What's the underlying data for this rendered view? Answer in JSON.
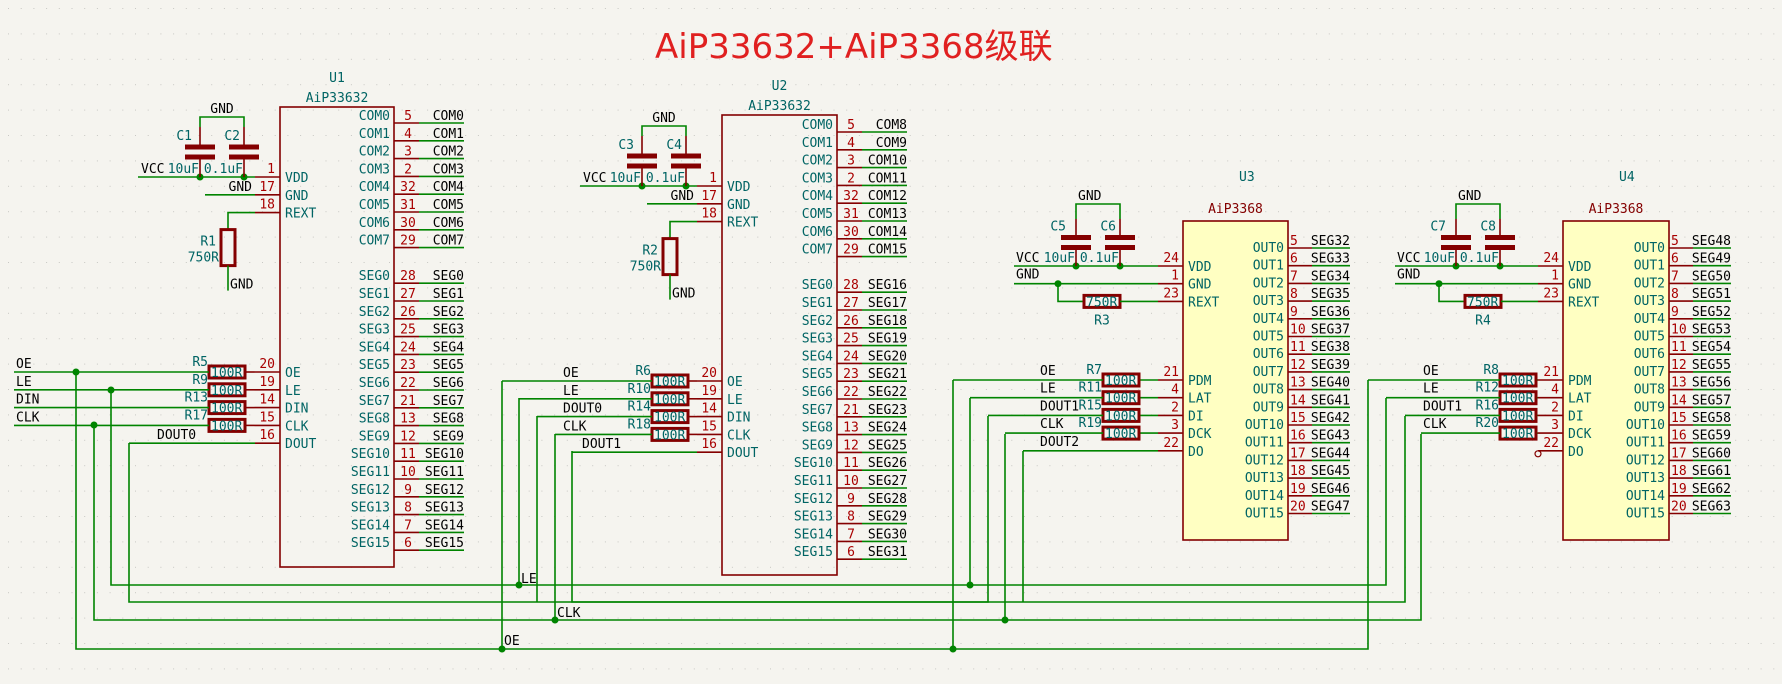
{
  "title": "AiP33632+AiP3368级联",
  "colors": {
    "wire": "#008400",
    "pin": "#840000",
    "text_ref": "#006464",
    "pin_number": "#a90000",
    "title": "#e02020",
    "ic_fill": "#ffffc2",
    "background": "#f5f4ef"
  },
  "u1": {
    "ref": "U1",
    "value": "AiP33632",
    "power": {
      "vcc": "VCC",
      "gnd_top": "GND",
      "gnd_pin": "GND",
      "gnd_rext": "GND",
      "c_a": {
        "ref": "C1",
        "value": "10uF"
      },
      "c_b": {
        "ref": "C2",
        "value": "0.1uF"
      },
      "r_ext": {
        "ref": "R1",
        "value": "750R"
      }
    },
    "left_pins": [
      {
        "num": "1",
        "name": "VDD"
      },
      {
        "num": "17",
        "name": "GND"
      },
      {
        "num": "18",
        "name": "REXT"
      },
      {
        "num": "20",
        "name": "OE"
      },
      {
        "num": "19",
        "name": "LE"
      },
      {
        "num": "14",
        "name": "DIN"
      },
      {
        "num": "15",
        "name": "CLK"
      },
      {
        "num": "16",
        "name": "DOUT"
      }
    ],
    "inputs": [
      {
        "net": "OE",
        "res": "R5",
        "value": "100R"
      },
      {
        "net": "LE",
        "res": "R9",
        "value": "100R"
      },
      {
        "net": "DIN",
        "res": "R13",
        "value": "100R"
      },
      {
        "net": "CLK",
        "res": "R17",
        "value": "100R"
      }
    ],
    "dout_net": "DOUT0",
    "com_pins": [
      {
        "num": "5",
        "name": "COM0",
        "net": "COM0"
      },
      {
        "num": "4",
        "name": "COM1",
        "net": "COM1"
      },
      {
        "num": "3",
        "name": "COM2",
        "net": "COM2"
      },
      {
        "num": "2",
        "name": "COM3",
        "net": "COM3"
      },
      {
        "num": "32",
        "name": "COM4",
        "net": "COM4"
      },
      {
        "num": "31",
        "name": "COM5",
        "net": "COM5"
      },
      {
        "num": "30",
        "name": "COM6",
        "net": "COM6"
      },
      {
        "num": "29",
        "name": "COM7",
        "net": "COM7"
      }
    ],
    "seg_pins": [
      {
        "num": "28",
        "name": "SEG0",
        "net": "SEG0"
      },
      {
        "num": "27",
        "name": "SEG1",
        "net": "SEG1"
      },
      {
        "num": "26",
        "name": "SEG2",
        "net": "SEG2"
      },
      {
        "num": "25",
        "name": "SEG3",
        "net": "SEG3"
      },
      {
        "num": "24",
        "name": "SEG4",
        "net": "SEG4"
      },
      {
        "num": "23",
        "name": "SEG5",
        "net": "SEG5"
      },
      {
        "num": "22",
        "name": "SEG6",
        "net": "SEG6"
      },
      {
        "num": "21",
        "name": "SEG7",
        "net": "SEG7"
      },
      {
        "num": "13",
        "name": "SEG8",
        "net": "SEG8"
      },
      {
        "num": "12",
        "name": "SEG9",
        "net": "SEG9"
      },
      {
        "num": "11",
        "name": "SEG10",
        "net": "SEG10"
      },
      {
        "num": "10",
        "name": "SEG11",
        "net": "SEG11"
      },
      {
        "num": "9",
        "name": "SEG12",
        "net": "SEG12"
      },
      {
        "num": "8",
        "name": "SEG13",
        "net": "SEG13"
      },
      {
        "num": "7",
        "name": "SEG14",
        "net": "SEG14"
      },
      {
        "num": "6",
        "name": "SEG15",
        "net": "SEG15"
      }
    ]
  },
  "u2": {
    "ref": "U2",
    "value": "AiP33632",
    "power": {
      "vcc": "VCC",
      "gnd_top": "GND",
      "gnd_pin": "GND",
      "gnd_rext": "GND",
      "c_a": {
        "ref": "C3",
        "value": "10uF"
      },
      "c_b": {
        "ref": "C4",
        "value": "0.1uF"
      },
      "r_ext": {
        "ref": "R2",
        "value": "750R"
      }
    },
    "left_pins": [
      {
        "num": "1",
        "name": "VDD"
      },
      {
        "num": "17",
        "name": "GND"
      },
      {
        "num": "18",
        "name": "REXT"
      },
      {
        "num": "20",
        "name": "OE"
      },
      {
        "num": "19",
        "name": "LE"
      },
      {
        "num": "14",
        "name": "DIN"
      },
      {
        "num": "15",
        "name": "CLK"
      },
      {
        "num": "16",
        "name": "DOUT"
      }
    ],
    "inputs": [
      {
        "net": "OE",
        "res": "R6",
        "value": "100R"
      },
      {
        "net": "LE",
        "res": "R10",
        "value": "100R"
      },
      {
        "net": "DOUT0",
        "res": "R14",
        "value": "100R"
      },
      {
        "net": "CLK",
        "res": "R18",
        "value": "100R"
      }
    ],
    "dout_net": "DOUT1",
    "com_pins": [
      {
        "num": "5",
        "name": "COM0",
        "net": "COM8"
      },
      {
        "num": "4",
        "name": "COM1",
        "net": "COM9"
      },
      {
        "num": "3",
        "name": "COM2",
        "net": "COM10"
      },
      {
        "num": "2",
        "name": "COM3",
        "net": "COM11"
      },
      {
        "num": "32",
        "name": "COM4",
        "net": "COM12"
      },
      {
        "num": "31",
        "name": "COM5",
        "net": "COM13"
      },
      {
        "num": "30",
        "name": "COM6",
        "net": "COM14"
      },
      {
        "num": "29",
        "name": "COM7",
        "net": "COM15"
      }
    ],
    "seg_pins": [
      {
        "num": "28",
        "name": "SEG0",
        "net": "SEG16"
      },
      {
        "num": "27",
        "name": "SEG1",
        "net": "SEG17"
      },
      {
        "num": "26",
        "name": "SEG2",
        "net": "SEG18"
      },
      {
        "num": "25",
        "name": "SEG3",
        "net": "SEG19"
      },
      {
        "num": "24",
        "name": "SEG4",
        "net": "SEG20"
      },
      {
        "num": "23",
        "name": "SEG5",
        "net": "SEG21"
      },
      {
        "num": "22",
        "name": "SEG6",
        "net": "SEG22"
      },
      {
        "num": "21",
        "name": "SEG7",
        "net": "SEG23"
      },
      {
        "num": "13",
        "name": "SEG8",
        "net": "SEG24"
      },
      {
        "num": "12",
        "name": "SEG9",
        "net": "SEG25"
      },
      {
        "num": "11",
        "name": "SEG10",
        "net": "SEG26"
      },
      {
        "num": "10",
        "name": "SEG11",
        "net": "SEG27"
      },
      {
        "num": "9",
        "name": "SEG12",
        "net": "SEG28"
      },
      {
        "num": "8",
        "name": "SEG13",
        "net": "SEG29"
      },
      {
        "num": "7",
        "name": "SEG14",
        "net": "SEG30"
      },
      {
        "num": "6",
        "name": "SEG15",
        "net": "SEG31"
      }
    ]
  },
  "u3": {
    "ref": "U3",
    "value": "AiP3368",
    "power": {
      "vcc": "VCC",
      "gnd": "GND",
      "gnd_top": "GND",
      "c_a": {
        "ref": "C5",
        "value": "10uF"
      },
      "c_b": {
        "ref": "C6",
        "value": "0.1uF"
      },
      "r_ext": {
        "ref": "R3",
        "value": "750R"
      }
    },
    "left_pins": [
      {
        "num": "24",
        "name": "VDD"
      },
      {
        "num": "1",
        "name": "GND"
      },
      {
        "num": "23",
        "name": "REXT"
      },
      {
        "num": "21",
        "name": "PDM"
      },
      {
        "num": "4",
        "name": "LAT"
      },
      {
        "num": "2",
        "name": "DI"
      },
      {
        "num": "3",
        "name": "DCK"
      },
      {
        "num": "22",
        "name": "DO"
      }
    ],
    "inputs": [
      {
        "net": "OE",
        "res": "R7",
        "value": "100R"
      },
      {
        "net": "LE",
        "res": "R11",
        "value": "100R"
      },
      {
        "net": "DOUT1",
        "res": "R15",
        "value": "100R"
      },
      {
        "net": "CLK",
        "res": "R19",
        "value": "100R"
      }
    ],
    "dout_net": "DOUT2",
    "out_pins": [
      {
        "num": "5",
        "name": "OUT0",
        "net": "SEG32"
      },
      {
        "num": "6",
        "name": "OUT1",
        "net": "SEG33"
      },
      {
        "num": "7",
        "name": "OUT2",
        "net": "SEG34"
      },
      {
        "num": "8",
        "name": "OUT3",
        "net": "SEG35"
      },
      {
        "num": "9",
        "name": "OUT4",
        "net": "SEG36"
      },
      {
        "num": "10",
        "name": "OUT5",
        "net": "SEG37"
      },
      {
        "num": "11",
        "name": "OUT6",
        "net": "SEG38"
      },
      {
        "num": "12",
        "name": "OUT7",
        "net": "SEG39"
      },
      {
        "num": "13",
        "name": "OUT8",
        "net": "SEG40"
      },
      {
        "num": "14",
        "name": "OUT9",
        "net": "SEG41"
      },
      {
        "num": "15",
        "name": "OUT10",
        "net": "SEG42"
      },
      {
        "num": "16",
        "name": "OUT11",
        "net": "SEG43"
      },
      {
        "num": "17",
        "name": "OUT12",
        "net": "SEG44"
      },
      {
        "num": "18",
        "name": "OUT13",
        "net": "SEG45"
      },
      {
        "num": "19",
        "name": "OUT14",
        "net": "SEG46"
      },
      {
        "num": "20",
        "name": "OUT15",
        "net": "SEG47"
      }
    ]
  },
  "u4": {
    "ref": "U4",
    "value": "AiP3368",
    "power": {
      "vcc": "VCC",
      "gnd": "GND",
      "gnd_top": "GND",
      "c_a": {
        "ref": "C7",
        "value": "10uF"
      },
      "c_b": {
        "ref": "C8",
        "value": "0.1uF"
      },
      "r_ext": {
        "ref": "R4",
        "value": "750R"
      }
    },
    "left_pins": [
      {
        "num": "24",
        "name": "VDD"
      },
      {
        "num": "1",
        "name": "GND"
      },
      {
        "num": "23",
        "name": "REXT"
      },
      {
        "num": "21",
        "name": "PDM"
      },
      {
        "num": "4",
        "name": "LAT"
      },
      {
        "num": "2",
        "name": "DI"
      },
      {
        "num": "3",
        "name": "DCK"
      },
      {
        "num": "22",
        "name": "DO"
      }
    ],
    "inputs": [
      {
        "net": "OE",
        "res": "R8",
        "value": "100R"
      },
      {
        "net": "LE",
        "res": "R12",
        "value": "100R"
      },
      {
        "net": "DOUT1",
        "res": "R16",
        "value": "100R"
      },
      {
        "net": "CLK",
        "res": "R20",
        "value": "100R"
      }
    ],
    "dout_net": "",
    "out_pins": [
      {
        "num": "5",
        "name": "OUT0",
        "net": "SEG48"
      },
      {
        "num": "6",
        "name": "OUT1",
        "net": "SEG49"
      },
      {
        "num": "7",
        "name": "OUT2",
        "net": "SEG50"
      },
      {
        "num": "8",
        "name": "OUT3",
        "net": "SEG51"
      },
      {
        "num": "9",
        "name": "OUT4",
        "net": "SEG52"
      },
      {
        "num": "10",
        "name": "OUT5",
        "net": "SEG53"
      },
      {
        "num": "11",
        "name": "OUT6",
        "net": "SEG54"
      },
      {
        "num": "12",
        "name": "OUT7",
        "net": "SEG55"
      },
      {
        "num": "13",
        "name": "OUT8",
        "net": "SEG56"
      },
      {
        "num": "14",
        "name": "OUT9",
        "net": "SEG57"
      },
      {
        "num": "15",
        "name": "OUT10",
        "net": "SEG58"
      },
      {
        "num": "16",
        "name": "OUT11",
        "net": "SEG59"
      },
      {
        "num": "17",
        "name": "OUT12",
        "net": "SEG60"
      },
      {
        "num": "18",
        "name": "OUT13",
        "net": "SEG61"
      },
      {
        "num": "19",
        "name": "OUT14",
        "net": "SEG62"
      },
      {
        "num": "20",
        "name": "OUT15",
        "net": "SEG63"
      }
    ]
  },
  "bus_labels": {
    "le": "LE",
    "clk": "CLK",
    "oe": "OE"
  }
}
